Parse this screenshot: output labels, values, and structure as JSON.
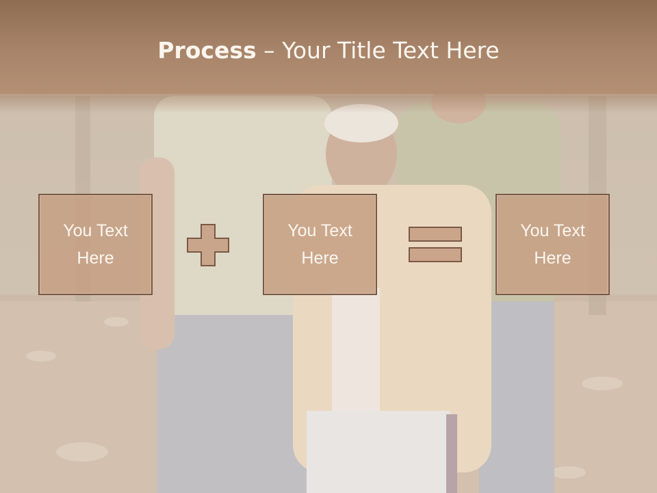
{
  "slide": {
    "title_bold": "Process",
    "title_rest": " – Your Title Text Here"
  },
  "process": {
    "steps": [
      {
        "label": "You Text\nHere"
      },
      {
        "label": "You Text\nHere"
      },
      {
        "label": "You Text\nHere"
      }
    ],
    "operators": [
      "plus-icon",
      "equals-icon"
    ]
  },
  "colors": {
    "title_bar": "#a8856a",
    "box_fill": "#c6a084",
    "box_border": "#7a5946",
    "text": "#fbf6f0"
  }
}
